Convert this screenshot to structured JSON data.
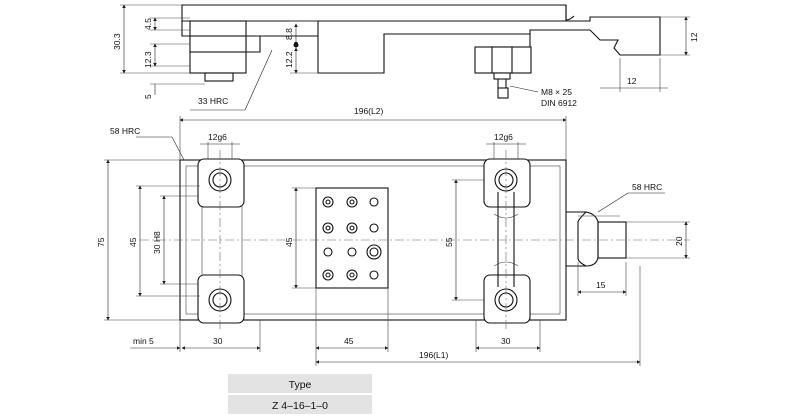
{
  "labels": {
    "dim_4_5": "4.5",
    "dim_30_3": "30.3",
    "dim_12_3": "12.3",
    "dim_5": "5",
    "dim_8_8": "8.8",
    "dim_12_2": "12.2",
    "dim_12_right": "12",
    "dim_12_bottom": "12",
    "hardness_33": "33 HRC",
    "bolt_line1": "M8 × 25",
    "bolt_line2": "DIN 6912",
    "l2": "196(L2)",
    "hardness_58_left": "58 HRC",
    "fit_left": "12g6",
    "fit_right": "12g6",
    "hardness_58_right": "58 HRC",
    "dim_75": "75",
    "dim_45_left": "45",
    "dim_30h8": "30 H8",
    "dim_45_mid": "45",
    "dim_55": "55",
    "dim_20": "20",
    "dim_15": "15",
    "min5": "min 5",
    "dim_30_left": "30",
    "dim_45_bottom": "45",
    "dim_30_right": "30",
    "l1": "196(L1)"
  },
  "type_table": {
    "header": "Type",
    "value": "Z 4–16–1–0"
  }
}
